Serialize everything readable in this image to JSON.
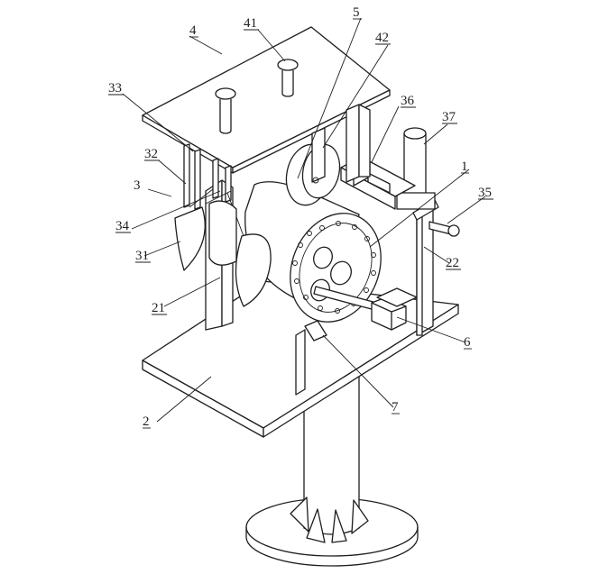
{
  "labels": {
    "l1": "1",
    "l2": "2",
    "l3": "3",
    "l4": "4",
    "l5": "5",
    "l6": "6",
    "l7": "7",
    "l21": "21",
    "l22": "22",
    "l31": "31",
    "l32": "32",
    "l33": "33",
    "l34": "34",
    "l35": "35",
    "l36": "36",
    "l37": "37",
    "l41": "41",
    "l42": "42"
  }
}
